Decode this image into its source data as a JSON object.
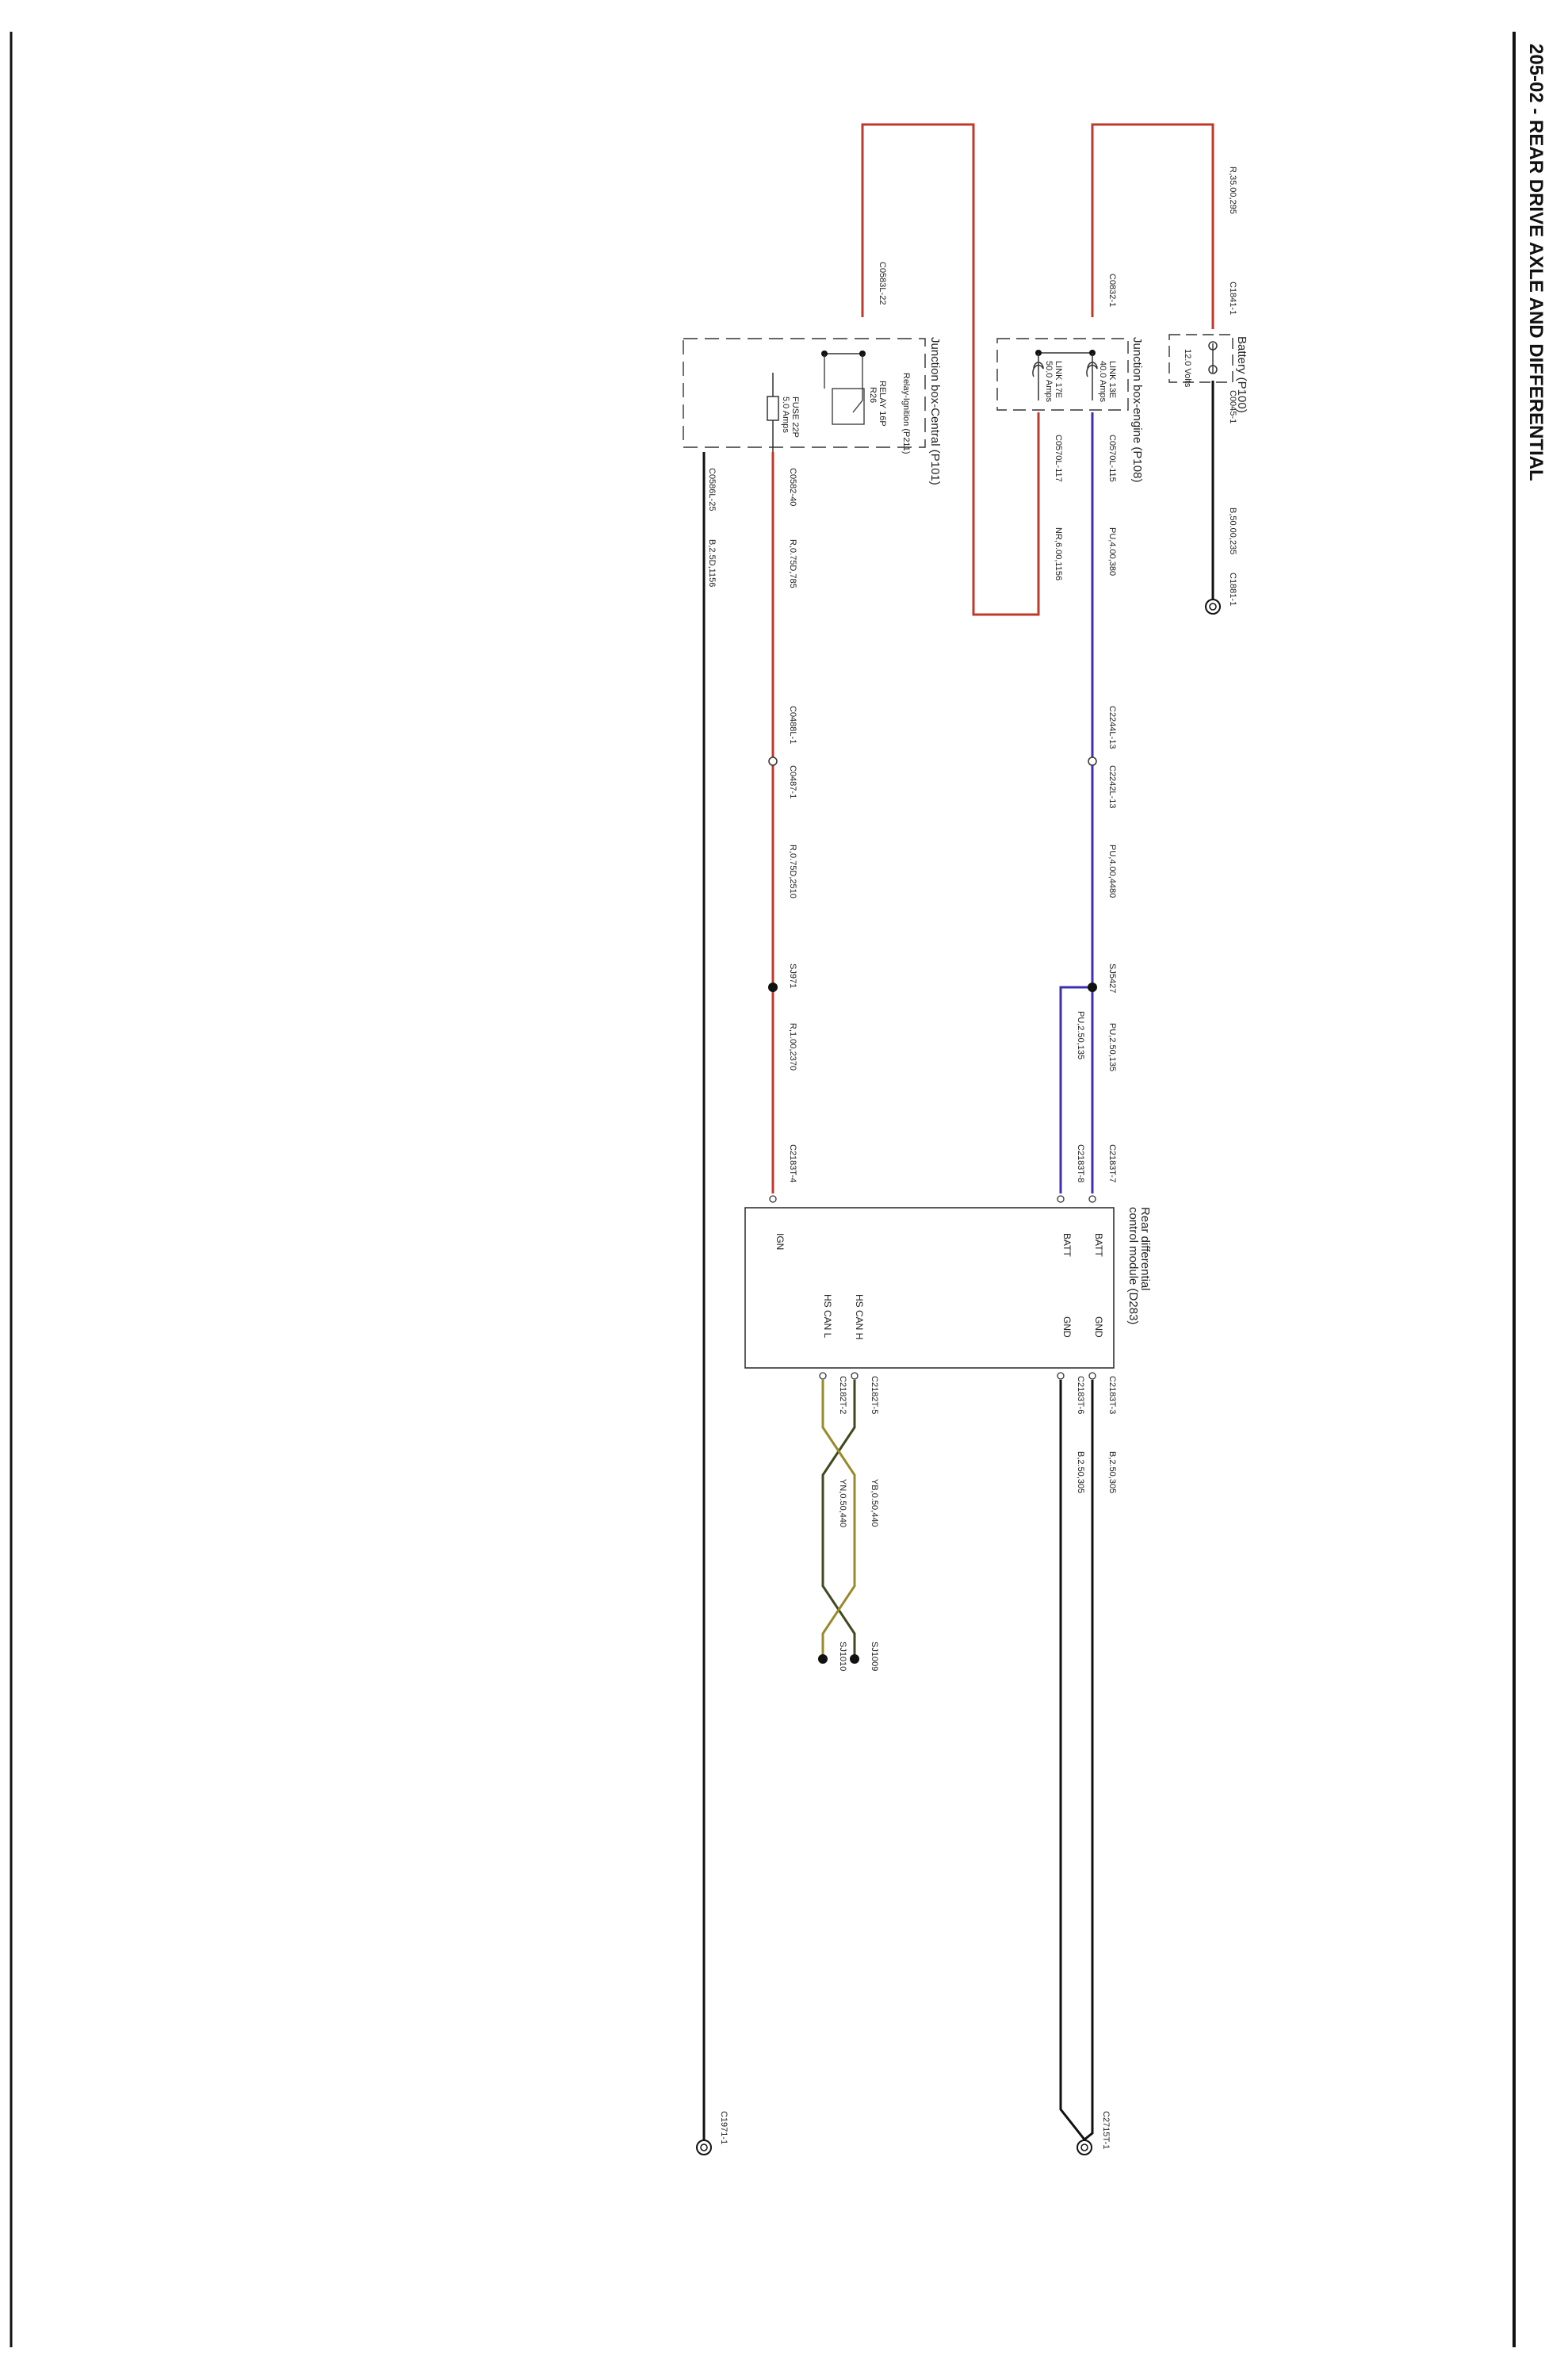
{
  "page": {
    "title": "205-02 - REAR DRIVE AXLE AND DIFFERENTIAL"
  },
  "colors": {
    "red_wire": "#c0392b",
    "purple_wire": "#3c2fb4",
    "black_wire": "#111111",
    "yb_wire": "#3f4a1e",
    "yn_wire": "#9a8a2c"
  },
  "battery": {
    "name": "Battery (P100)",
    "voltage": "12.0 Volts",
    "pos_connector": "C1841-1",
    "neg_connector": "C0045-1",
    "pos_wire": "R,35.00,295",
    "neg_wire": "B,50.00,235",
    "ground": "C1881-1"
  },
  "junction_engine": {
    "name": "Junction box-engine (P108)",
    "input_connector": "C0832-1",
    "link1_name": "LINK 13E",
    "link1_rating": "40.0 Amps",
    "link2_name": "LINK 17E",
    "link2_rating": "50.0 Amps",
    "out1_connector": "C0570L-115",
    "out2_connector": "C0570L-117",
    "out1_wire": "PU,4.00,380",
    "out2_wire": "NR,6.00,1156"
  },
  "junction_central": {
    "name": "Junction box-Central (P101)",
    "input_connector": "C0583L-22",
    "relay_name": "Relay-Ignition (P211)",
    "relay_sub": "RELAY 16P",
    "relay_sub2": "R26",
    "fuse_name": "FUSE 22P",
    "fuse_rating": "5.0 Amps",
    "out_connector": "C0582-40",
    "ground_connector": "C0586L-25",
    "out_wire": "R,0.75D,785",
    "ground_wire": "B,2.5D,1156"
  },
  "inline": {
    "c2244": "C2244L-13",
    "c2242": "C2242L-13",
    "purple_wire2": "PU,4.00,4480",
    "splice_purple": "SJ5427",
    "c0488": "C0488L-1",
    "c0487": "C0487-1",
    "red_wire2": "R,0.75D,2510",
    "splice_red": "SJ971",
    "red_wire3": "R,1.00,2370",
    "purple_branch1": "PU,2.50,135",
    "purple_branch2": "PU,2.50,135"
  },
  "module": {
    "name_line1": "Rear differential",
    "name_line2": "control module (D283)",
    "pin_batt1": "BATT",
    "pin_batt2": "BATT",
    "pin_gnd1": "GND",
    "pin_gnd2": "GND",
    "pin_can_h": "HS CAN H",
    "pin_can_l": "HS CAN L",
    "pin_ign": "IGN",
    "conn_batt1": "C2183T-7",
    "conn_batt2": "C2183T-8",
    "conn_gnd1": "C2183T-3",
    "conn_gnd2": "C2183T-6",
    "conn_can_h": "C2182T-5",
    "conn_can_l": "C2182T-2",
    "conn_ign": "C2183T-4"
  },
  "outputs": {
    "gnd_wire1": "B,2.50,305",
    "gnd_wire2": "B,2.50,305",
    "can_h_wire": "YB,0.50,440",
    "can_l_wire": "YN,0.50,440",
    "splice_can_h": "SJ1009",
    "splice_can_l": "SJ1010",
    "ground_module": "C2715T-1",
    "ground_central": "C1971-1"
  }
}
